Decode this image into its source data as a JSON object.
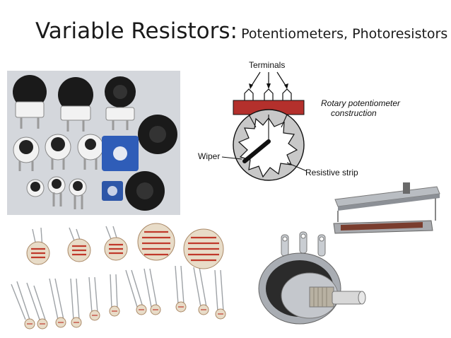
{
  "title": {
    "main": "Variable Resistors:",
    "sub": "Potentiometers, Photoresistors"
  },
  "diagram": {
    "terminals_label": "Terminals",
    "caption_line1": "Rotary potentiometer",
    "caption_line2": "construction",
    "wiper_label": "Wiper",
    "strip_label": "Resistive strip"
  },
  "colors": {
    "terminal_bar": "#b4302c",
    "dial_fill": "#c8c8c8",
    "wiper": "#111111",
    "photoresistor_track": "#c0392b",
    "photoresistor_body": "#e8dcc8"
  }
}
